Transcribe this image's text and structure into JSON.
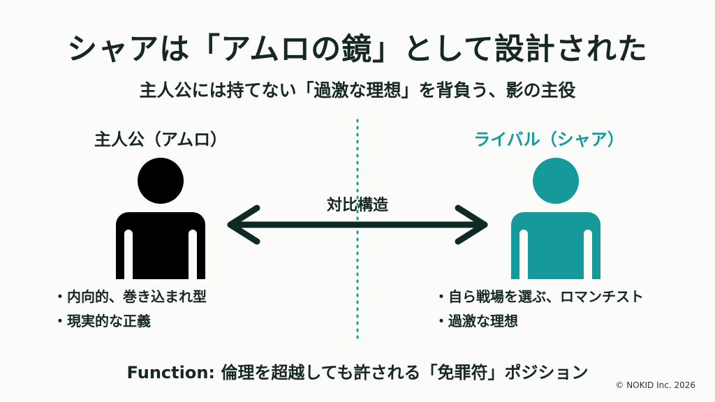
{
  "title": "シャアは「アムロの鏡」として設計された",
  "subtitle": "主人公には持てない「過激な理想」を背負う、影の主役",
  "left": {
    "label": "主人公（アムロ）",
    "bullets": [
      "内向的、巻き込まれ型",
      "現実的な正義"
    ],
    "color": "#000000"
  },
  "right": {
    "label": "ライバル（シャア）",
    "bullets": [
      "自ら戦場を選ぶ、ロマンチスト",
      "過激な理想"
    ],
    "color": "#16999a"
  },
  "center_label": "対比構造",
  "footer": "Function: 倫理を超越しても許される「免罪符」ポジション",
  "copyright": "© NOKID Inc. 2026"
}
